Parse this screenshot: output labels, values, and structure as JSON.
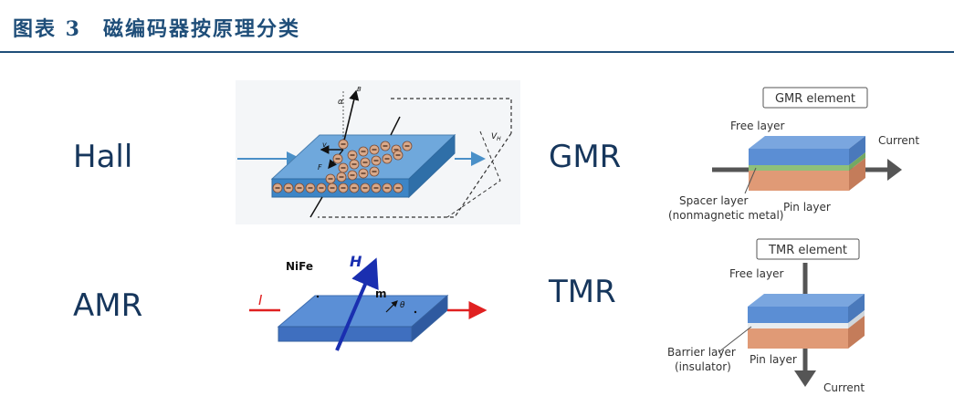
{
  "figure": {
    "title": "图表 3　磁编码器按原理分类",
    "accent_color": "#1f4e79"
  },
  "labels": {
    "hall": "Hall",
    "amr": "AMR",
    "gmr": "GMR",
    "tmr": "TMR"
  },
  "hall_diagram": {
    "alpha": "α",
    "b": "B",
    "v": "v",
    "f": "F",
    "vh": "V",
    "vh_sub": "H",
    "charge": "-"
  },
  "amr_diagram": {
    "material": "NiFe",
    "field": "H",
    "current": "I",
    "magnetization": "m",
    "theta": "θ"
  },
  "gmr_diagram": {
    "element_label": "GMR element",
    "free_layer": "Free layer",
    "current": "Current",
    "spacer_layer": "Spacer layer",
    "spacer_note": "(nonmagnetic metal)",
    "pin_layer": "Pin layer"
  },
  "tmr_diagram": {
    "element_label": "TMR element",
    "free_layer": "Free layer",
    "barrier_layer": "Barrier layer",
    "barrier_note": "(insulator)",
    "pin_layer": "Pin layer",
    "current": "Current"
  }
}
